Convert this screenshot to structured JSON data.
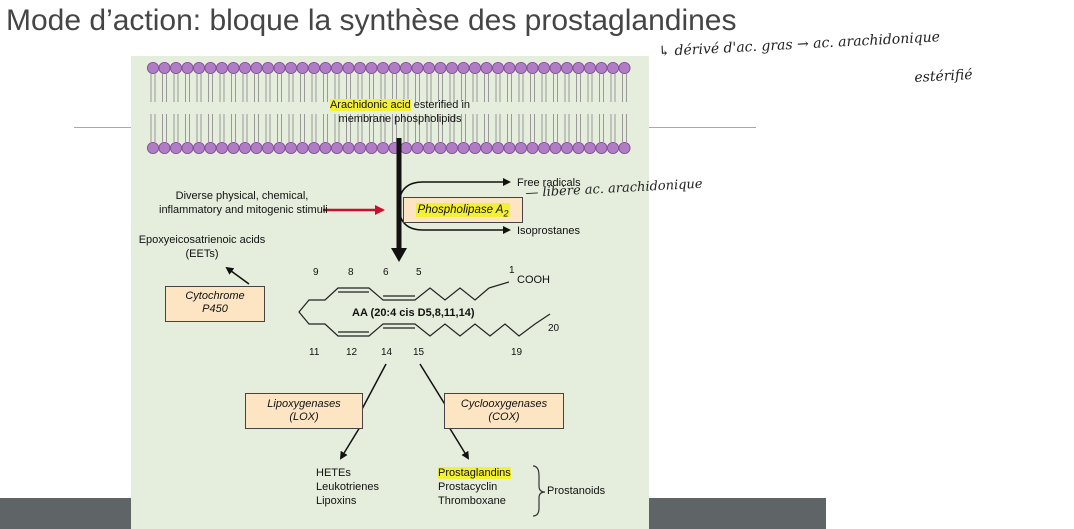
{
  "slide": {
    "title": "Mode d’action: bloque la synthèse des prostaglandines"
  },
  "figure": {
    "membrane_label_highlight": "Arachidonic acid",
    "membrane_label_rest": "esterified in",
    "membrane_label_line2": "membrane phospholipids",
    "stimuli_line1": "Diverse physical, chemical,",
    "stimuli_line2": "inflammatory and mitogenic stimuli",
    "free_radicals": "Free radicals",
    "isoprostanes": "Isoprostanes",
    "phospholipase_text": "Phospholipase A",
    "phospholipase_sub": "2",
    "eets_line1": "Epoxyeicosatrienoic acids",
    "eets_line2": "(EETs)",
    "cytochrome_line1": "Cytochrome",
    "cytochrome_line2": "P450",
    "aa_label": "AA (20:4 cis D5,8,11,14)",
    "cooh": "COOH",
    "carbon_top": [
      "9",
      "8",
      "6",
      "5",
      "1"
    ],
    "carbon_bottom": [
      "11",
      "12",
      "14",
      "15",
      "19"
    ],
    "carbon_20": "20",
    "lox_line1": "Lipoxygenases",
    "lox_line2": "(LOX)",
    "cox_line1": "Cyclooxygenases",
    "cox_line2": "(COX)",
    "lox_products": [
      "HETEs",
      "Leukotrienes",
      "Lipoxins"
    ],
    "cox_products": [
      "Prostaglandins",
      "Prostacyclin",
      "Thromboxane"
    ],
    "prostanoids": "Prostanoids",
    "colors": {
      "highlight": "#f4f036",
      "enzyme_box": "#fde4c3",
      "figure_bg": "#e5eedc",
      "lipid_head": "#b07cc6",
      "stimulus_arrow": "#c8102e"
    }
  },
  "annotations": {
    "note1_line1": "↳ dérivé d'ac. gras → ac. arachidonique",
    "note1_line2": "estérifié",
    "note2": "— libère ac. arachidonique"
  }
}
